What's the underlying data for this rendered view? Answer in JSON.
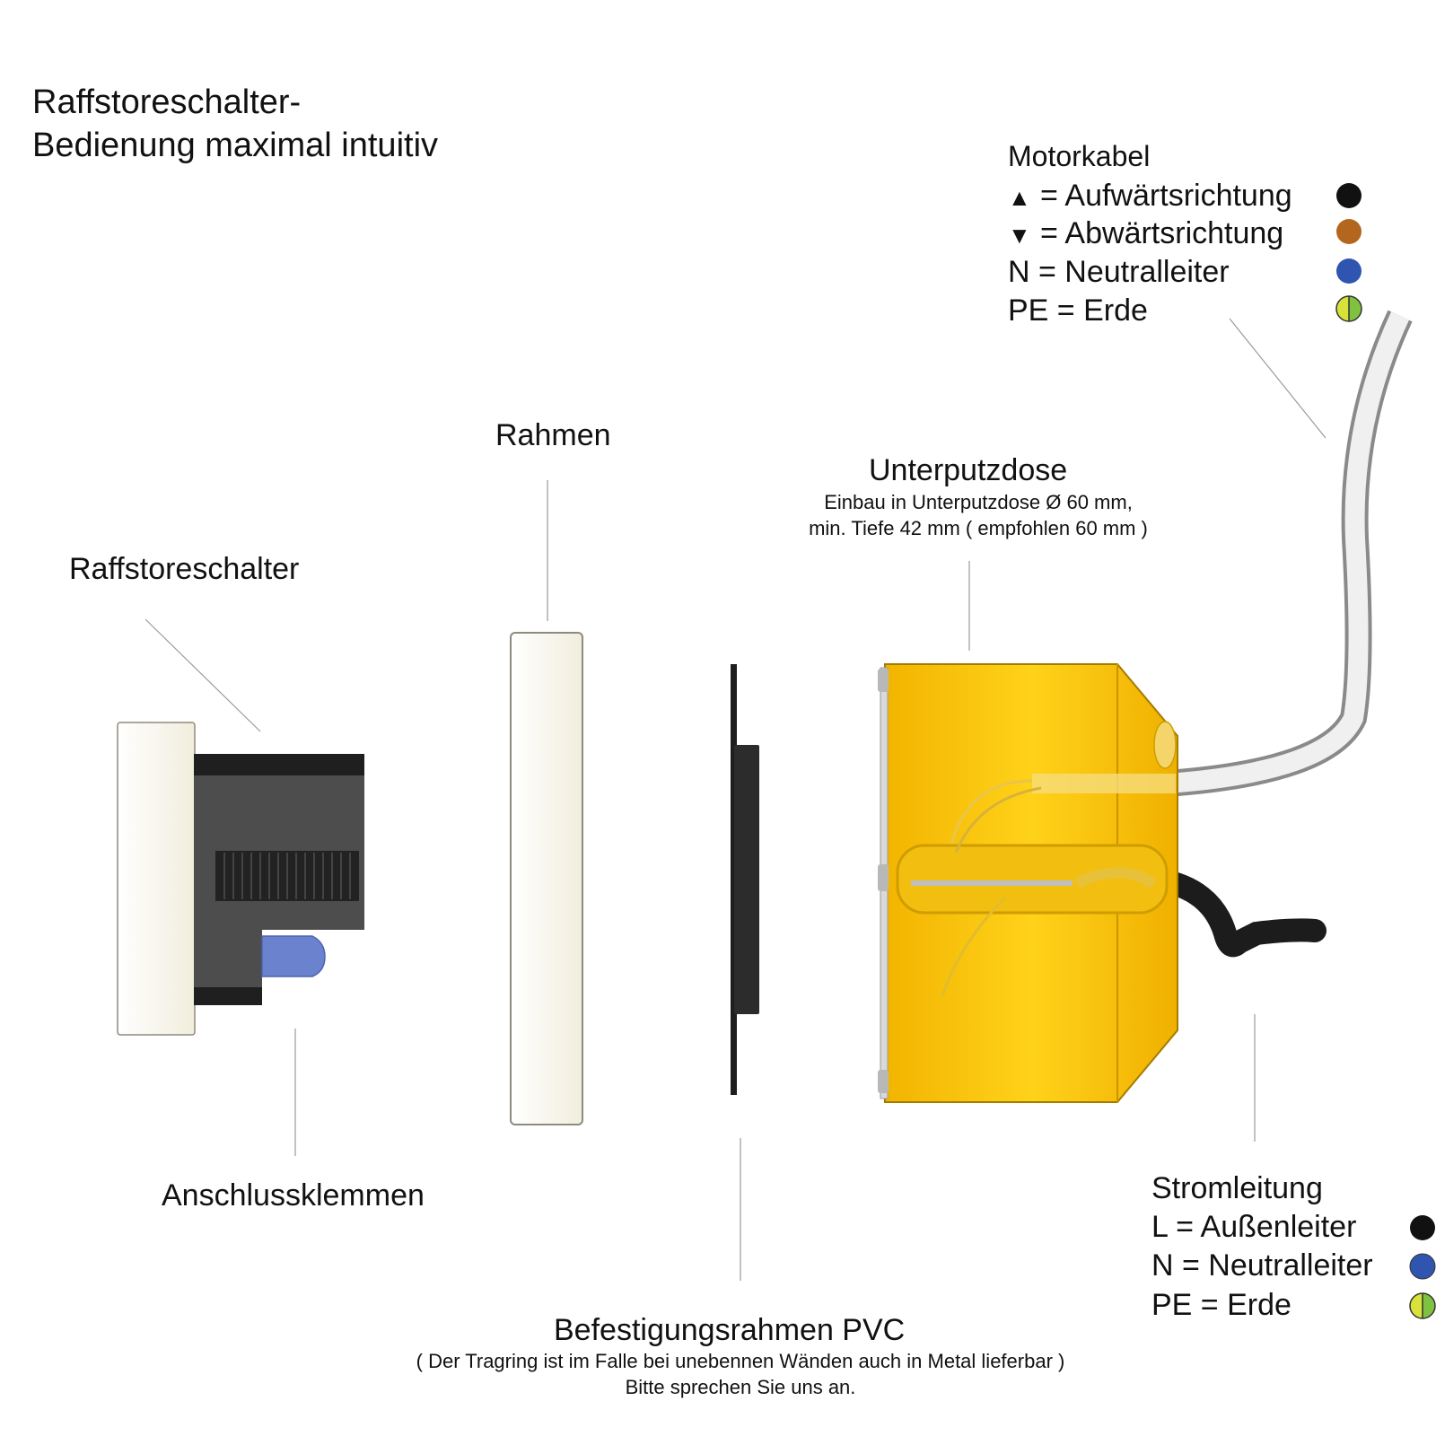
{
  "title": {
    "line1": "Raffstoreschalter-",
    "line2": "Bedienung maximal intuitiv"
  },
  "labels": {
    "switch": "Raffstoreschalter",
    "frame": "Rahmen",
    "terminals": "Anschlussklemmen",
    "box": "Unterputzdose",
    "box_note_1": "Einbau in Unterputzdose Ø 60 mm,",
    "box_note_2": "min. Tiefe 42 mm ( empfohlen 60 mm )",
    "mount": "Befestigungsrahmen PVC",
    "mount_note_1": "( Der Tragring ist im Falle bei unebennen Wänden auch in Metal lieferbar )",
    "mount_note_2": "Bitte sprechen Sie uns an."
  },
  "motor_cable": {
    "heading": "Motorkabel",
    "rows": [
      {
        "icon": "up-triangle-icon",
        "symbol": "▲",
        "text": "= Aufwärtsrichtung",
        "color": "#111111"
      },
      {
        "icon": "down-triangle-icon",
        "symbol": "▼",
        "text": "= Abwärtsrichtung",
        "color": "#b3671e"
      },
      {
        "icon": "",
        "symbol": "",
        "text": "N = Neutralleiter",
        "color": "#2f55b0"
      },
      {
        "icon": "",
        "symbol": "",
        "text": "PE = Erde",
        "color": "green-yellow"
      }
    ]
  },
  "power_cable": {
    "heading": "Stromleitung",
    "rows": [
      {
        "text": "L =  Außenleiter",
        "color": "#111111"
      },
      {
        "text": "N = Neutralleiter",
        "color": "#2f55b0"
      },
      {
        "text": "PE = Erde",
        "color": "green-yellow"
      }
    ]
  },
  "colors": {
    "box_yellow": "#f7c512",
    "switch_gray": "#4a4a4a",
    "frame_cream": "#faf8ee",
    "terminal_blue": "#6b82cf"
  }
}
